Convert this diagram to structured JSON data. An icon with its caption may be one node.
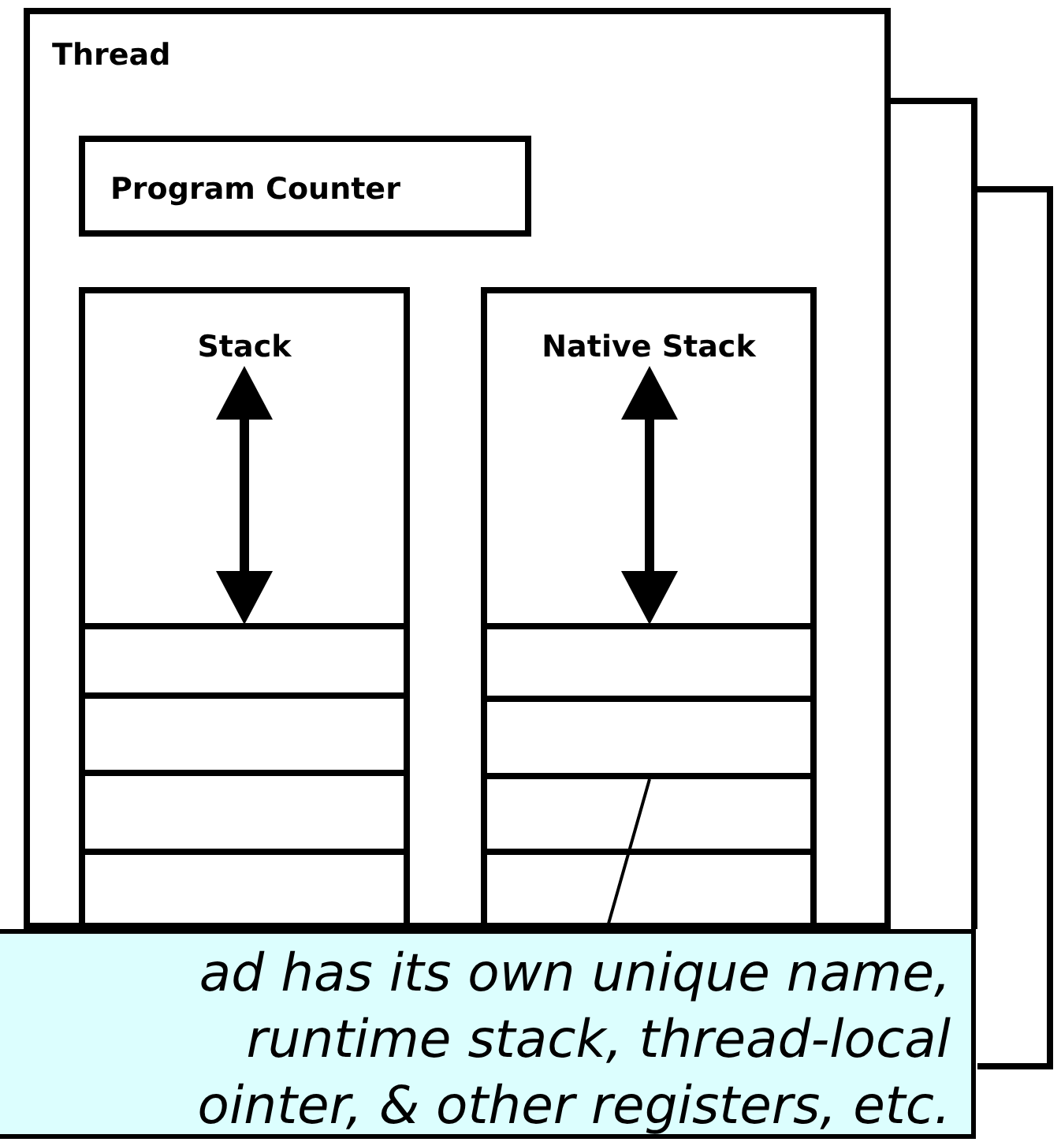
{
  "diagram": {
    "nodes": [
      {
        "text": [
          "Thread"
        ]
      },
      {
        "text": [
          "Program Counter"
        ],
        "in": 0
      },
      {
        "text": [
          "Stack"
        ],
        "in": 0
      },
      {
        "text": [
          "Native Stack"
        ],
        "in": 0
      },
      {
        "text": [],
        "shape": "box",
        "in": 3
      },
      {
        "text": [],
        "shape": "box"
      },
      {
        "text": [],
        "shape": "box"
      },
      {
        "text": [
          "ad has its own unique name, runtime stack, thread-local ointer, & other registers, etc."
        ]
      }
    ],
    "edges": [
      {
        "from": 7,
        "to": 4,
        "arrow": "none"
      }
    ]
  }
}
